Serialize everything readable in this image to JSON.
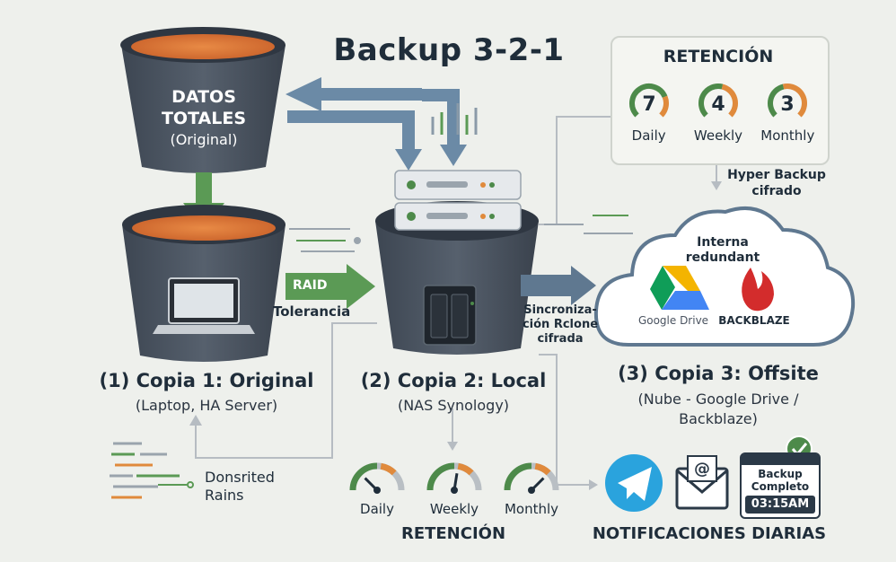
{
  "diagram": {
    "title": "Backup 3-2-1",
    "source": {
      "line1": "DATOS",
      "line2": "TOTALES",
      "line3": "(Original)"
    },
    "copy1": {
      "title": "(1) Copia 1: Original",
      "subtitle": "(Laptop, HA Server)"
    },
    "copy2": {
      "title": "(2) Copia 2: Local",
      "subtitle": "(NAS Synology)"
    },
    "copy3": {
      "title": "(3) Copia 3: Offsite",
      "subtitle_line1": "(Nube - Google Drive /",
      "subtitle_line2": "Backblaze)"
    },
    "raid_arrow": {
      "label": "RAID",
      "sublabel": "Tolerancia"
    },
    "sync_arrow": {
      "line1": "Sincroniza-",
      "line2": "ción Rclone",
      "line3": "cifrada"
    },
    "hyper_backup": {
      "line1": "Hyper Backup",
      "line2": "cifrado"
    },
    "cloud": {
      "line1": "Interna",
      "line2": "redundant",
      "google_label": "Google Drive",
      "backblaze_label": "BACKBLAZE"
    },
    "retention_top": {
      "heading": "RETENCIÓN",
      "gauges": [
        {
          "value": "7",
          "label": "Daily",
          "fill": 0.75
        },
        {
          "value": "4",
          "label": "Weekly",
          "fill": 0.55
        },
        {
          "value": "3",
          "label": "Monthly",
          "fill": 0.45
        }
      ]
    },
    "retention_bottom": {
      "heading": "RETENCIÓN",
      "gauges": [
        {
          "label": "Daily",
          "fill": 0.25
        },
        {
          "label": "Weekly",
          "fill": 0.55
        },
        {
          "label": "Monthly",
          "fill": 0.75
        }
      ]
    },
    "legend": {
      "line1": "Donsrited",
      "line2": "Rains"
    },
    "notifications": {
      "heading": "NOTIFICACIONES DIARIAS",
      "chip_line1": "Backup",
      "chip_line2": "Completo",
      "chip_time": "03:15AM"
    },
    "colors": {
      "bucket": "#4a5360",
      "bucket_dark": "#2f3742",
      "fill_orange": "#e07a3a",
      "arrow_green": "#5b9a55",
      "arrow_slate": "#6b8aa6",
      "gauge_green": "#4d8a4a",
      "gauge_orange": "#e08a3c"
    }
  }
}
